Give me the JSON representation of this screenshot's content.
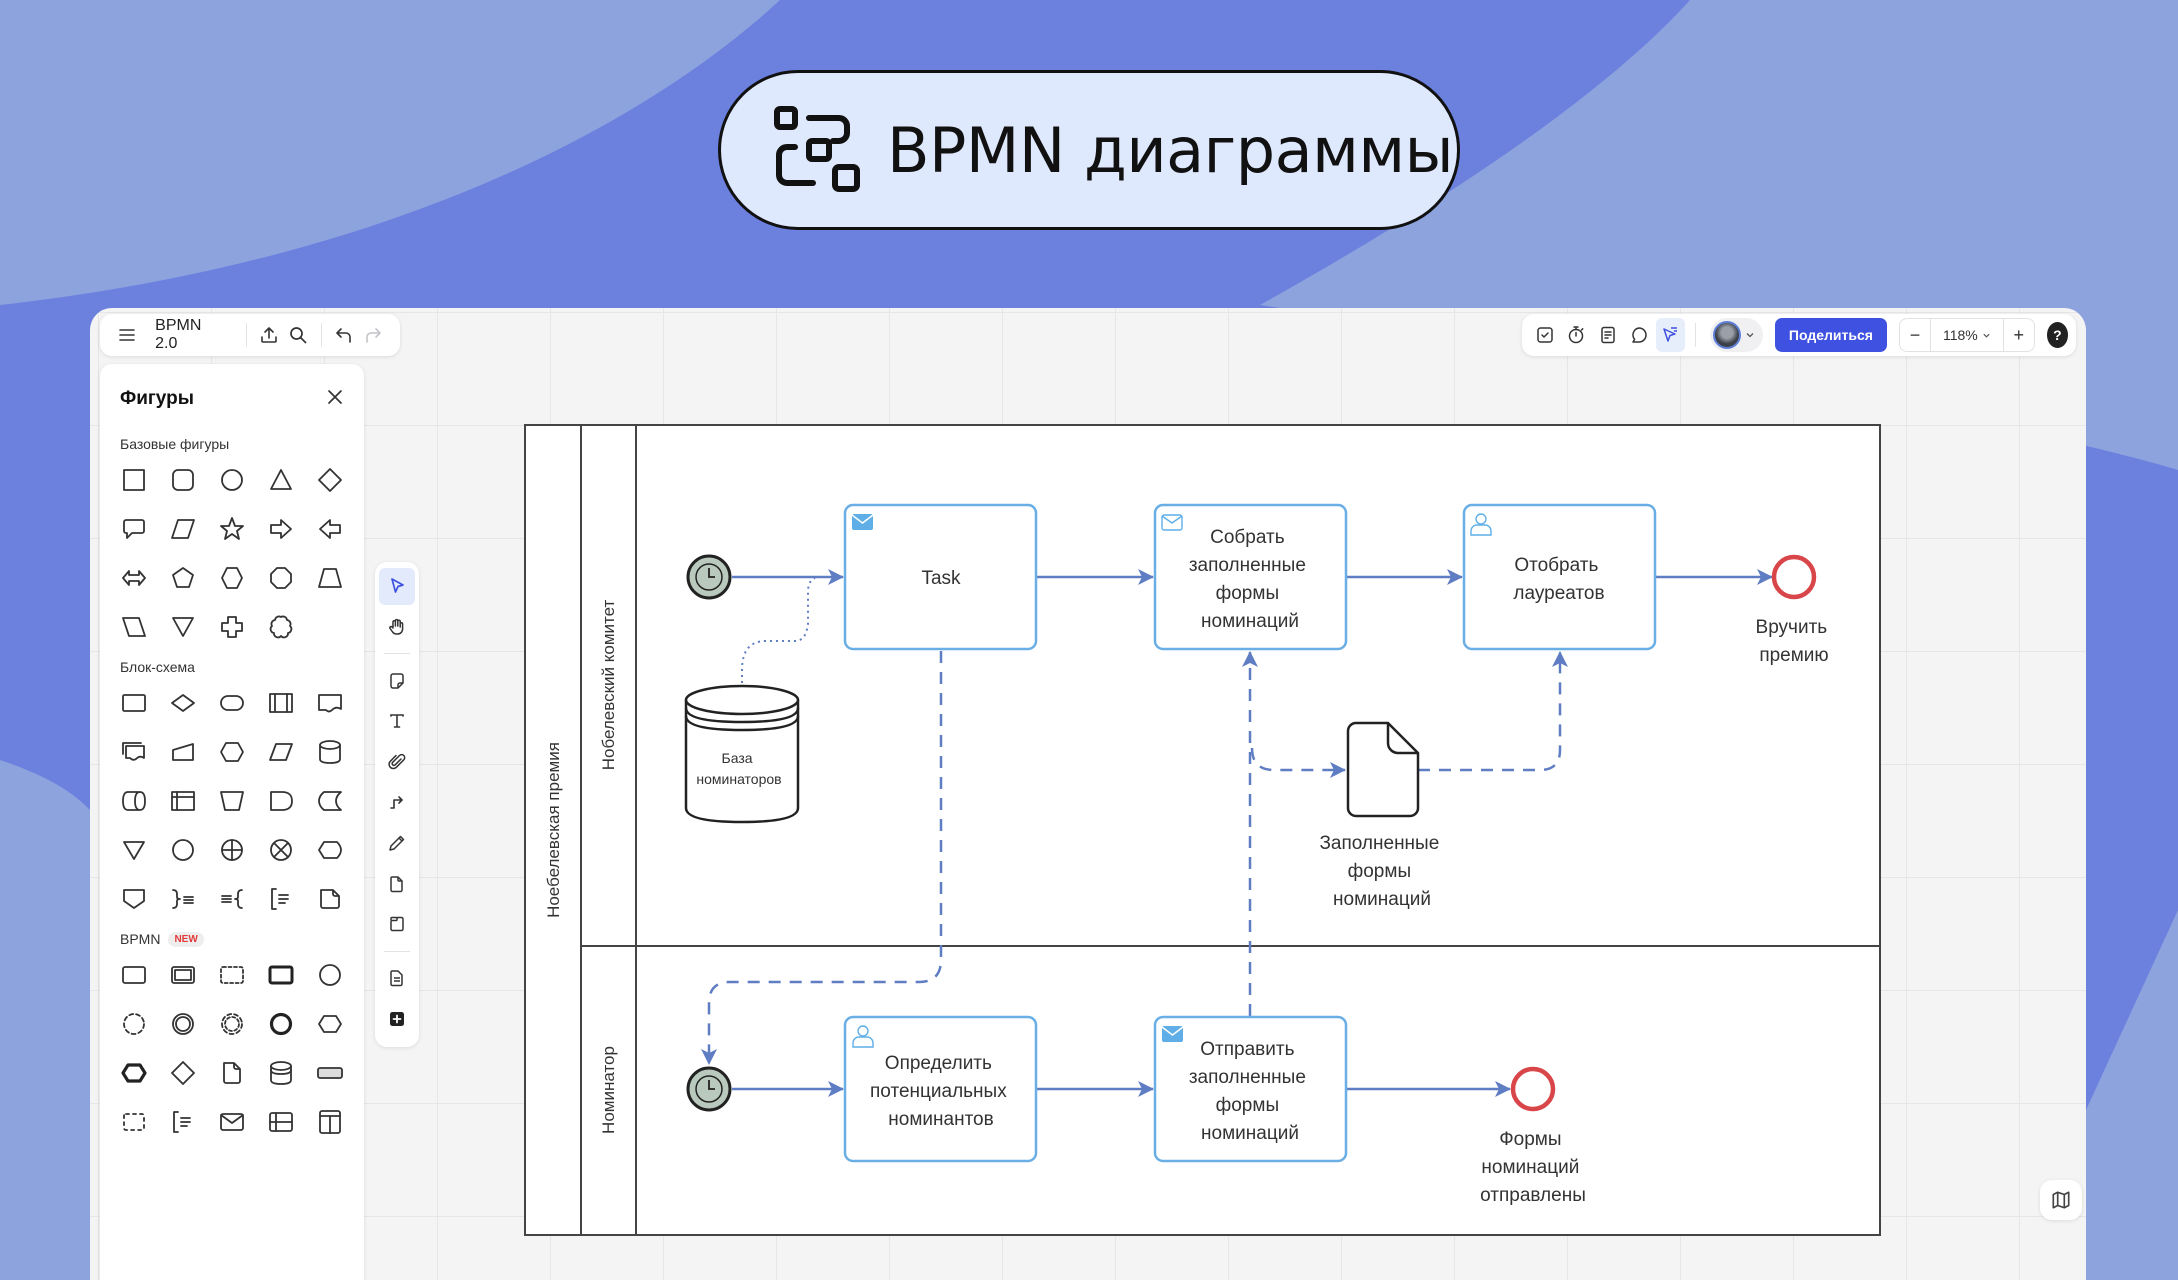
{
  "banner": {
    "title": "BPMN диаграммы",
    "icon": "bpmn-diagram-icon"
  },
  "colors": {
    "background_light": "#8da3de",
    "background_dark": "#6c80de",
    "pill_bg": "#dfe9fd",
    "accent": "#3f51e0",
    "task_border": "#6aaee6",
    "flow_line": "#5f7dc2",
    "end_event": "#d8464a",
    "timer_fill": "#b9c9bd"
  },
  "toolbar_left": {
    "menu_icon": "hamburger-icon",
    "document_title": "BPMN 2.0",
    "export_icon": "upload-icon",
    "search_icon": "search-icon",
    "undo_icon": "undo-icon",
    "redo_icon": "redo-icon"
  },
  "toolbar_right": {
    "tools": [
      "checkbox-icon",
      "timer-icon",
      "notes-icon",
      "comment-icon",
      "presentation-cursor-icon"
    ],
    "share_label": "Поделиться",
    "zoom_level": "118%",
    "zoom_out": "−",
    "zoom_in": "+",
    "help": "?"
  },
  "shapes_panel": {
    "title": "Фигуры",
    "sections": [
      {
        "label": "Базовые фигуры",
        "badge": "",
        "shapes": [
          "square",
          "rounded-square",
          "circle",
          "triangle",
          "diamond",
          "speech-bubble",
          "parallelogram",
          "star",
          "arrow-right",
          "arrow-left",
          "double-arrow",
          "pentagon",
          "hexagon",
          "octagon",
          "trapezoid",
          "parallelogram-reversed",
          "triangle-down",
          "cross",
          "cloud"
        ]
      },
      {
        "label": "Блок-схема",
        "badge": "",
        "shapes": [
          "process",
          "decision",
          "terminator",
          "predefined-process",
          "document",
          "multi-document",
          "manual-input",
          "preparation",
          "data",
          "database",
          "direct-access-storage",
          "internal-storage",
          "manual-operation",
          "delay",
          "stored-data",
          "merge",
          "connector",
          "or",
          "summing-junction",
          "display",
          "off-page-connector",
          "annotation-right",
          "annotation-left",
          "bracket-note",
          "card"
        ]
      },
      {
        "label": "BPMN",
        "badge": "NEW",
        "shapes": [
          "task",
          "subprocess",
          "transaction-dashed",
          "call-activity",
          "start-event",
          "intermediate-event-dashed",
          "intermediate-event",
          "intermediate-event-double-dashed",
          "end-event",
          "conditional-hex",
          "event-based-hex",
          "gateway",
          "data-object",
          "data-store",
          "message-bar",
          "group",
          "text-annotation",
          "message",
          "lane",
          "pool"
        ]
      }
    ]
  },
  "vertical_toolbar": {
    "tools": [
      "select-cursor-icon",
      "hand-icon",
      "sticky-note-icon",
      "text-icon",
      "attachment-icon",
      "connector-icon",
      "pen-icon",
      "page-icon",
      "frame-icon",
      "document-icon",
      "add-icon"
    ]
  },
  "diagram": {
    "pool_label": "Ноебелевская премия",
    "lanes": [
      {
        "label": "Нобелевский комитет"
      },
      {
        "label": "Номинатор"
      }
    ],
    "tasks": [
      {
        "id": "t1",
        "type": "send",
        "lines": [
          "Task"
        ]
      },
      {
        "id": "t2",
        "type": "receive",
        "lines": [
          "Собрать",
          "заполненные",
          "формы",
          "номинаций"
        ]
      },
      {
        "id": "t3",
        "type": "user",
        "lines": [
          "Отобрать",
          "лауреатов"
        ]
      },
      {
        "id": "t4",
        "type": "user",
        "lines": [
          "Определить",
          "потенциальных",
          "номинантов"
        ]
      },
      {
        "id": "t5",
        "type": "send",
        "lines": [
          "Отправить",
          "заполненные",
          "формы",
          "номинаций"
        ]
      }
    ],
    "events": [
      {
        "id": "s1",
        "type": "timer-start"
      },
      {
        "id": "e1",
        "type": "end",
        "lines": [
          "Вручить",
          "премию"
        ]
      },
      {
        "id": "s2",
        "type": "timer-start"
      },
      {
        "id": "e2",
        "type": "end",
        "lines": [
          "Формы",
          "номинаций",
          "отправлены"
        ]
      }
    ],
    "data_store": {
      "lines": [
        "База",
        "номинаторов"
      ]
    },
    "data_object": {
      "lines": [
        "Заполненные",
        "формы",
        "номинаций"
      ]
    }
  }
}
